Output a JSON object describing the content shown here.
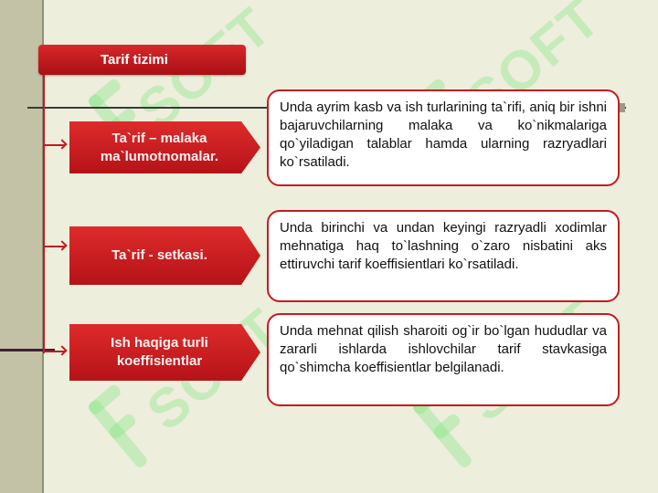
{
  "title": "Tarif tizimi",
  "rows": [
    {
      "label": "Ta`rif – malaka ma`lumotnomalar.",
      "description": "Unda ayrim kasb  va ish turlarining  ta`rifi, aniq bir ishni bajaruvchilarning malaka va ko`nikmalariga qo`yiladigan talablar hamda ularning razryadlari ko`rsatiladi."
    },
    {
      "label": "Ta`rif -  setkasi.",
      "description": "Unda birinchi va undan keyingi razryadli xodimlar mehnatiga haq to`lashning o`zaro nisbatini aks ettiruvchi tarif koeffisientlari ko`rsatiladi."
    },
    {
      "label": "Ish haqiga turli koeffisientlar",
      "description": "Unda mehnat qilish sharoiti og`ir bo`lgan hududlar va zararli ishlarda ishlovchilar tarif stavkasiga qo`shimcha koeffisientlar belgilanadi."
    }
  ],
  "watermark": "SOFT",
  "colors": {
    "accent_red": "#c31c21",
    "background": "#eeeedd",
    "side_band": "#c3c2a6",
    "watermark_green": "#78e678"
  }
}
